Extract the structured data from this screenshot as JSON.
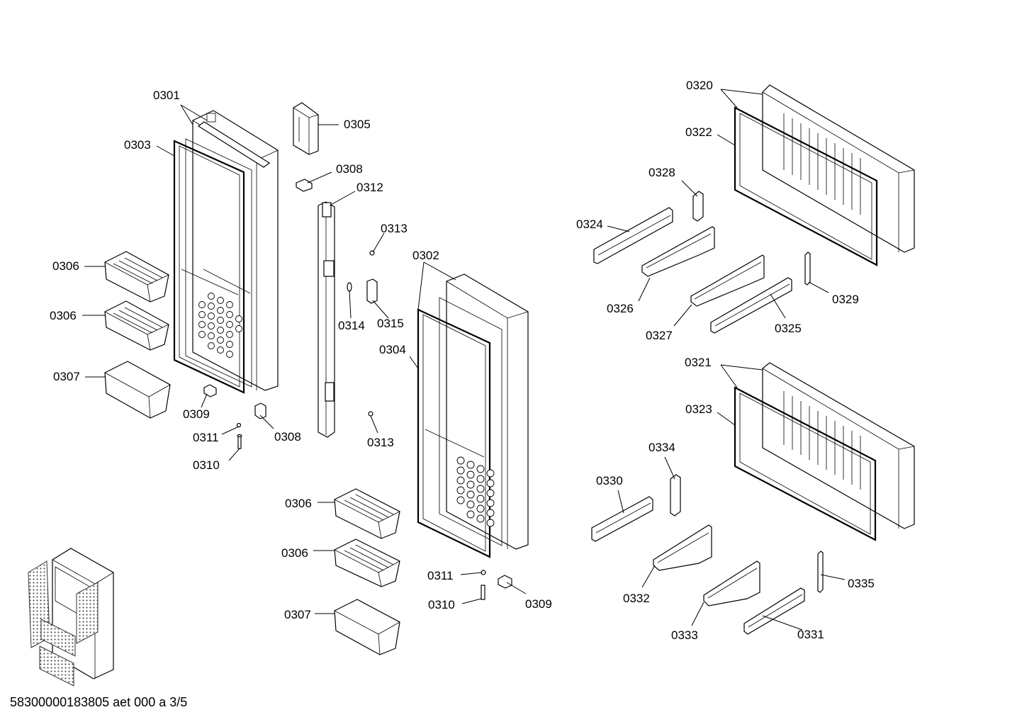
{
  "document_id": "58300000183805 aet 000 a 3/5",
  "part_labels": {
    "p0301": "0301",
    "p0302": "0302",
    "p0303": "0303",
    "p0304": "0304",
    "p0305": "0305",
    "p0306": "0306",
    "p0307": "0307",
    "p0308": "0308",
    "p0309": "0309",
    "p0310": "0310",
    "p0311": "0311",
    "p0312": "0312",
    "p0313": "0313",
    "p0314": "0314",
    "p0315": "0315",
    "p0320": "0320",
    "p0321": "0321",
    "p0322": "0322",
    "p0323": "0323",
    "p0324": "0324",
    "p0325": "0325",
    "p0326": "0326",
    "p0327": "0327",
    "p0328": "0328",
    "p0329": "0329",
    "p0330": "0330",
    "p0331": "0331",
    "p0332": "0332",
    "p0333": "0333",
    "p0334": "0334",
    "p0335": "0335"
  }
}
